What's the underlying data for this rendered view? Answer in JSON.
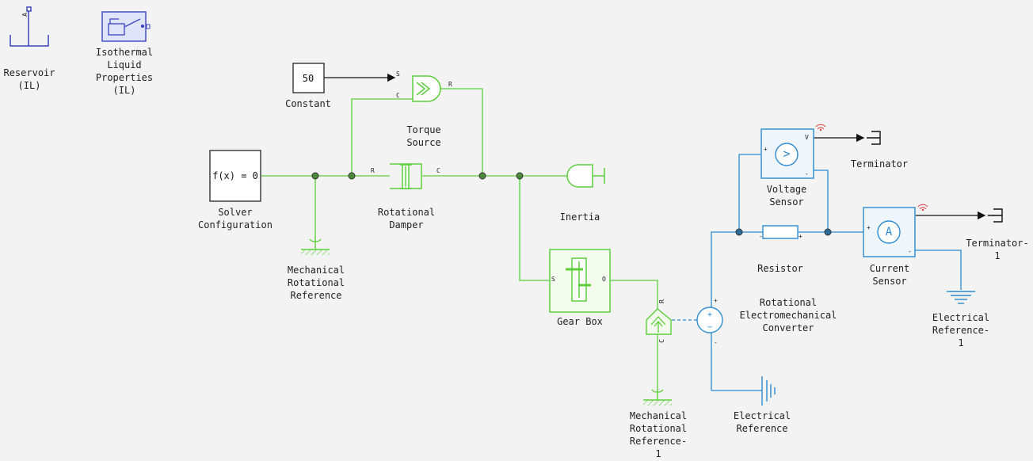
{
  "colors": {
    "mechanical": "#5ccf3a",
    "electrical": "#2b8ad0",
    "hydraulic": "#3a45c0",
    "signal": "#111111",
    "background": "#f3f3f3"
  },
  "blocks": {
    "reservoir": {
      "label": "Reservoir\n(IL)",
      "port": "A"
    },
    "isothermal": {
      "label": "Isothermal\nLiquid\nProperties\n(IL)"
    },
    "constant": {
      "label": "Constant",
      "value": "50"
    },
    "torque_source": {
      "label": "Torque\nSource",
      "port_s": "S",
      "port_c": "C",
      "port_r": "R"
    },
    "solver": {
      "label": "Solver\nConfiguration",
      "text": "f(x) = 0"
    },
    "damper": {
      "label": "Rotational\nDamper",
      "port_r": "R",
      "port_c": "C"
    },
    "inertia": {
      "label": "Inertia"
    },
    "mech_ref": {
      "label": "Mechanical\nRotational\nReference"
    },
    "gear_box": {
      "label": "Gear Box",
      "port_s": "S",
      "port_o": "O"
    },
    "mech_ref_1": {
      "label": "Mechanical\nRotational\nReference-\n1"
    },
    "converter": {
      "label": "Rotational\nElectromechanical\nConverter",
      "port_r": "R",
      "port_c": "C",
      "plus": "+",
      "minus": "-"
    },
    "elec_ref": {
      "label": "Electrical\nReference"
    },
    "voltage_sensor": {
      "label": "Voltage\nSensor",
      "plus": "+",
      "minus": "-",
      "port_v": "V",
      "symbol": ">"
    },
    "terminator": {
      "label": "Terminator"
    },
    "resistor": {
      "label": "Resistor",
      "minus": "-",
      "plus": "+"
    },
    "current_sensor": {
      "label": "Current\nSensor",
      "plus": "+",
      "minus": "-",
      "symbol": "A"
    },
    "terminator_1": {
      "label": "Terminator-\n1"
    },
    "elec_ref_1": {
      "label": "Electrical\nReference-\n1"
    }
  }
}
